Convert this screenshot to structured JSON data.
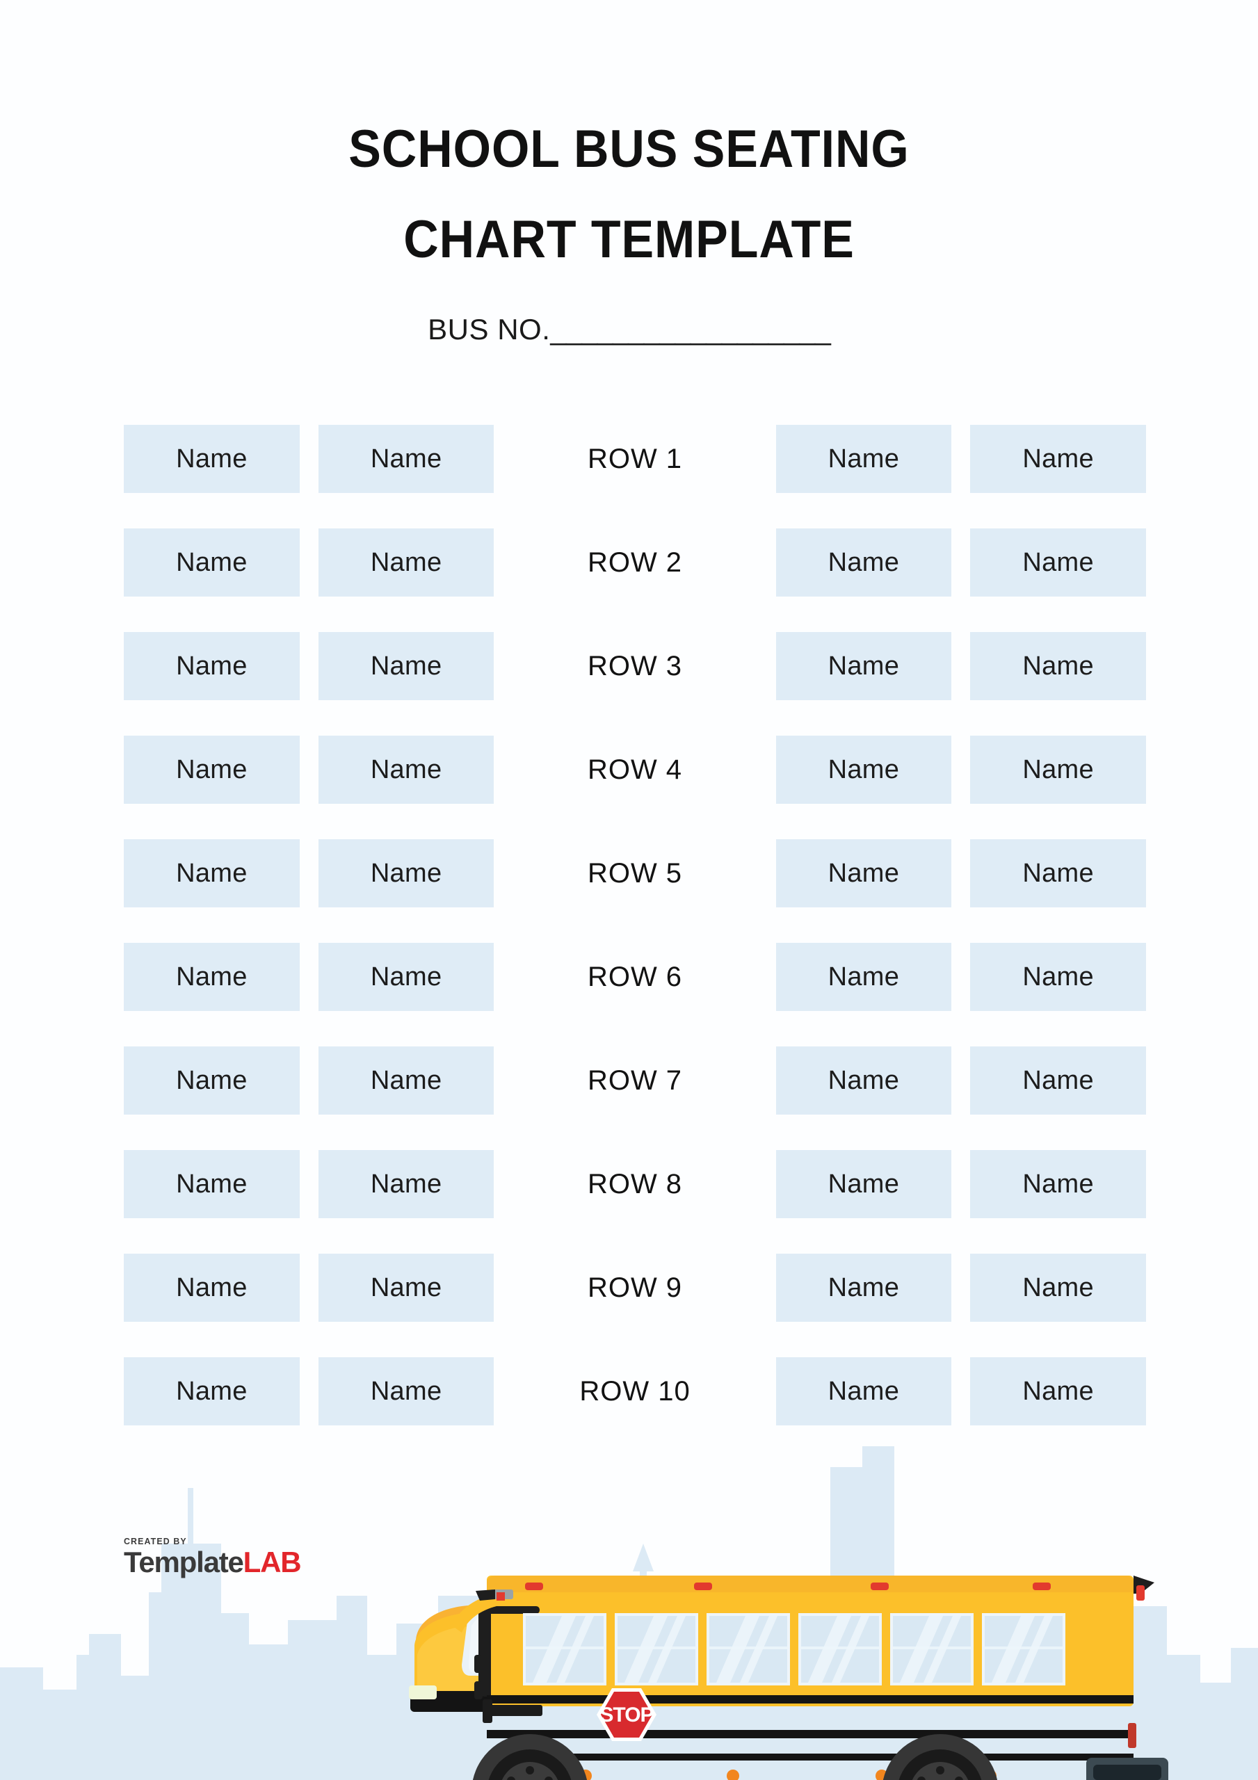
{
  "document": {
    "title_lines": [
      "SCHOOL BUS SEATING",
      "CHART TEMPLATE"
    ],
    "field": {
      "label": "BUS NO.",
      "blank": "__________________"
    }
  },
  "seating": {
    "seat_placeholder": "Name",
    "rows": [
      {
        "label": "ROW 1",
        "left": [
          "Name",
          "Name"
        ],
        "right": [
          "Name",
          "Name"
        ]
      },
      {
        "label": "ROW 2",
        "left": [
          "Name",
          "Name"
        ],
        "right": [
          "Name",
          "Name"
        ]
      },
      {
        "label": "ROW 3",
        "left": [
          "Name",
          "Name"
        ],
        "right": [
          "Name",
          "Name"
        ]
      },
      {
        "label": "ROW 4",
        "left": [
          "Name",
          "Name"
        ],
        "right": [
          "Name",
          "Name"
        ]
      },
      {
        "label": "ROW 5",
        "left": [
          "Name",
          "Name"
        ],
        "right": [
          "Name",
          "Name"
        ]
      },
      {
        "label": "ROW 6",
        "left": [
          "Name",
          "Name"
        ],
        "right": [
          "Name",
          "Name"
        ]
      },
      {
        "label": "ROW 7",
        "left": [
          "Name",
          "Name"
        ],
        "right": [
          "Name",
          "Name"
        ]
      },
      {
        "label": "ROW 8",
        "left": [
          "Name",
          "Name"
        ],
        "right": [
          "Name",
          "Name"
        ]
      },
      {
        "label": "ROW 9",
        "left": [
          "Name",
          "Name"
        ],
        "right": [
          "Name",
          "Name"
        ]
      },
      {
        "label": "ROW 10",
        "left": [
          "Name",
          "Name"
        ],
        "right": [
          "Name",
          "Name"
        ]
      }
    ]
  },
  "footer": {
    "logo": {
      "created_by": "CREATED BY",
      "brand_dark": "Template",
      "brand_red": "LAB"
    },
    "illustration": {
      "name": "school-bus",
      "stop_sign_text": "STOP"
    }
  },
  "colors": {
    "page_background": "#fdfeff",
    "seat_fill": "#dfecf6",
    "text_dark": "#1c1c1c",
    "skyline": "#dceaf5",
    "ground": "#dceaf4",
    "bus_yellow": "#fcc02a",
    "bus_yellow_dark": "#f5a623",
    "bus_black": "#1a1a1a",
    "stop_red": "#cf1f25",
    "logo_red": "#e2262b",
    "logo_dark": "#3a3a3a"
  }
}
